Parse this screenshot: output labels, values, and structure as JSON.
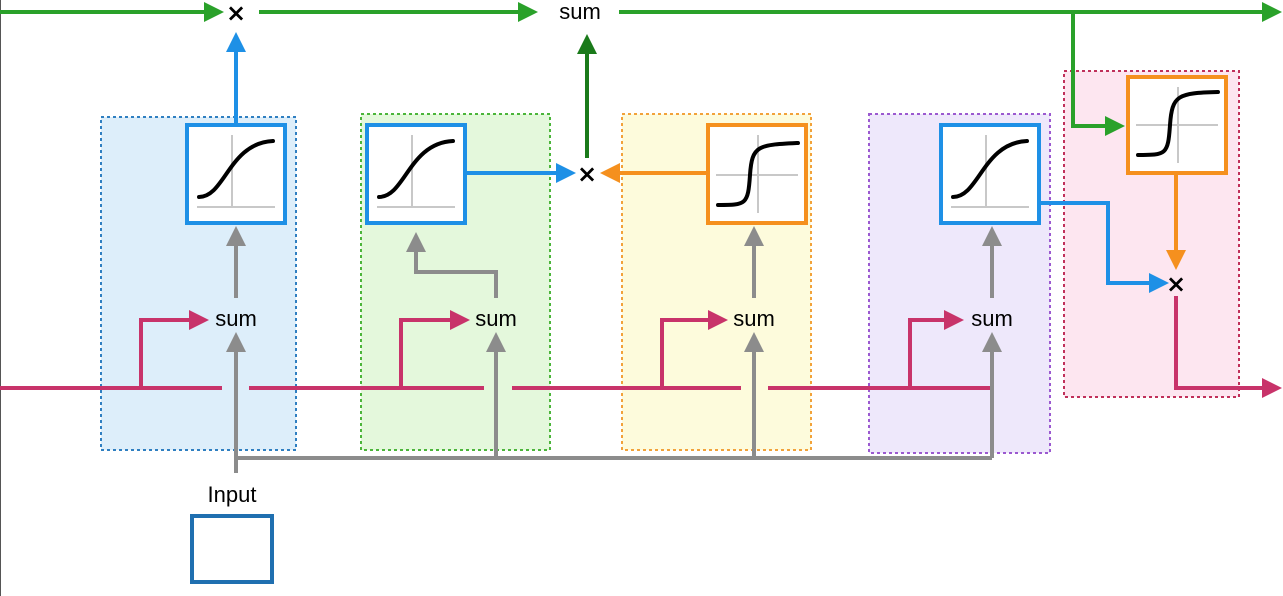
{
  "labels": {
    "input": "Input",
    "sum_top": "sum",
    "sum_gate1": "sum",
    "sum_gate2": "sum",
    "sum_gate3": "sum",
    "sum_gate4": "sum",
    "mult_symbol": "×"
  },
  "colors": {
    "cell_state": "#2aa12a",
    "cell_state_dark": "#1a7a1a",
    "hidden_state": "#c8336a",
    "input_line": "#8c8c8c",
    "sigmoid_blue": "#1e90e6",
    "tanh_orange": "#f5901e",
    "input_box": "#1f6fb0",
    "region_blue_fill": "#ddeefa",
    "region_blue_border": "#2f7fc1",
    "region_green_fill": "#e4f8dc",
    "region_green_border": "#4bb53a",
    "region_yellow_fill": "#fdfbdc",
    "region_yellow_border": "#f2a23a",
    "region_purple_fill": "#eee8fb",
    "region_purple_border": "#9b59d0",
    "region_pink_fill": "#fde6f0",
    "region_pink_border": "#c0305a"
  },
  "icons": {
    "sigmoid": "sigmoid-curve-icon",
    "tanh": "tanh-curve-icon",
    "multiply": "multiply-icon"
  }
}
